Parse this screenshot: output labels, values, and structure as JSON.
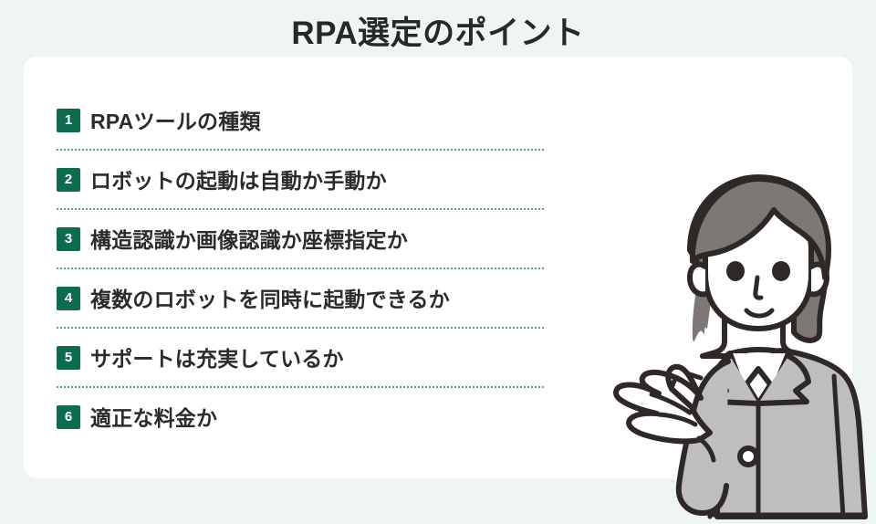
{
  "page": {
    "background_color": "#eff5f3",
    "card_background_color": "#ffffff"
  },
  "header": {
    "title": "RPA選定のポイント",
    "title_color": "#26282a"
  },
  "list": {
    "badge_color": "#0e6b4f",
    "badge_text_color": "#ffffff",
    "separator_color": "#2d7a63",
    "label_color": "#2b2b2b",
    "items": [
      {
        "number": "1",
        "label": "RPAツールの種類"
      },
      {
        "number": "2",
        "label": "ロボットの起動は自動か手動か"
      },
      {
        "number": "3",
        "label": "構造認識か画像認識か座標指定か"
      },
      {
        "number": "4",
        "label": "複数のロボットを同時に起動できるか"
      },
      {
        "number": "5",
        "label": "サポートは充実しているか"
      },
      {
        "number": "6",
        "label": "適正な料金か"
      }
    ]
  },
  "illustration": {
    "name": "businesswoman-presenting-illustration",
    "outline_color": "#2e2826",
    "hair_color": "#7d7875",
    "suit_color": "#bfbebe",
    "skin_color": "#ffffff"
  }
}
